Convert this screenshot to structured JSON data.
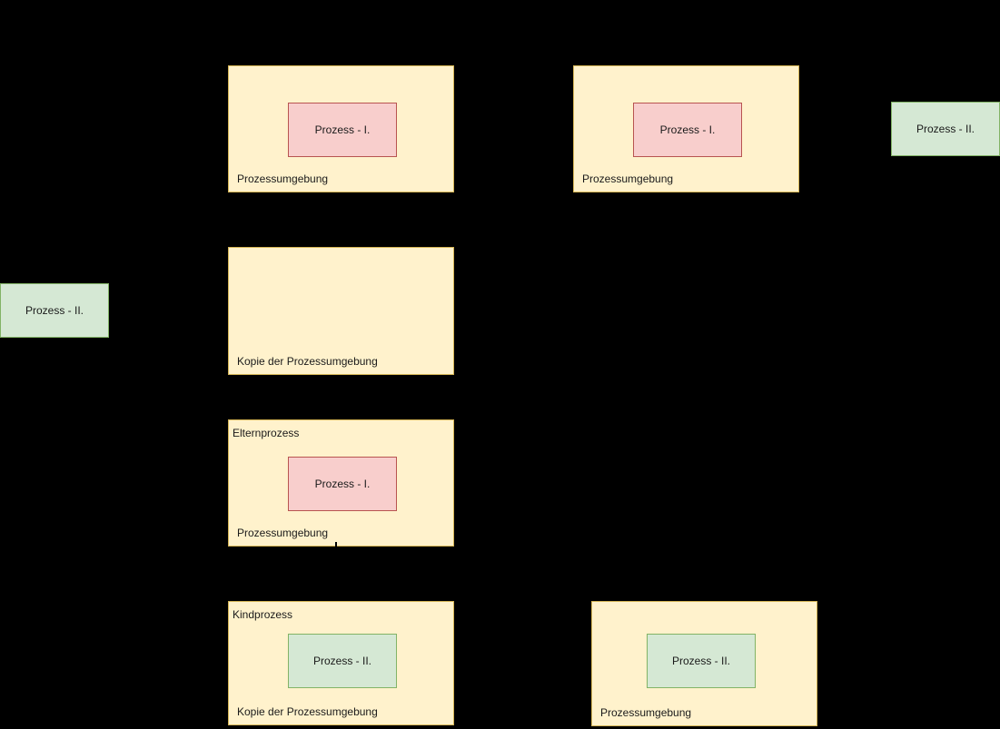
{
  "colors": {
    "background": "#000000",
    "env_fill": "#FFF2CC",
    "env_border": "#D6B656",
    "process1_fill": "#F8CECC",
    "process1_border": "#B85450",
    "process2_fill": "#D5E8D4",
    "process2_border": "#82B366",
    "text": "#1A1A1A"
  },
  "boxes": {
    "top_left_env": {
      "process": "Prozess - I.",
      "label": "Prozessumgebung"
    },
    "top_middle_env": {
      "process": "Prozess - I.",
      "label": "Prozessumgebung"
    },
    "top_right_process": {
      "label": "Prozess - II."
    },
    "left_process": {
      "label": "Prozess - II."
    },
    "copy_env": {
      "label": "Kopie der Prozessumgebung"
    },
    "parent_env": {
      "title": "Elternprozess",
      "process": "Prozess - I.",
      "label": "Prozessumgebung"
    },
    "child_env": {
      "title": "Kindprozess",
      "process": "Prozess - II.",
      "label": "Kopie der Prozessumgebung"
    },
    "bottom_right_env": {
      "process": "Prozess - II.",
      "label": "Prozessumgebung"
    }
  }
}
